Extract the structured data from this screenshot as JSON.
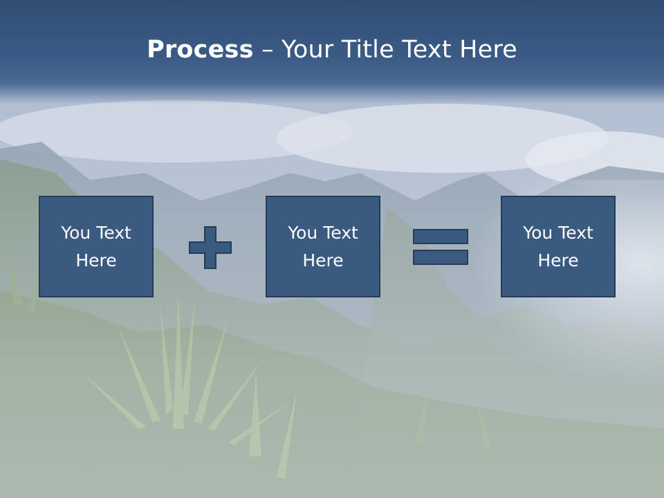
{
  "slide": {
    "title_bold": "Process",
    "title_rest": " – Your Title Text Here"
  },
  "process": {
    "boxes": [
      {
        "label": "You Text Here"
      },
      {
        "label": "You Text Here"
      },
      {
        "label": "You Text Here"
      }
    ],
    "operators": [
      "plus-icon",
      "equals-icon"
    ]
  },
  "colors": {
    "title_bar": "#3b5b86",
    "box_fill": "#3b5a80",
    "box_border": "#253c58",
    "text": "#ffffff"
  }
}
